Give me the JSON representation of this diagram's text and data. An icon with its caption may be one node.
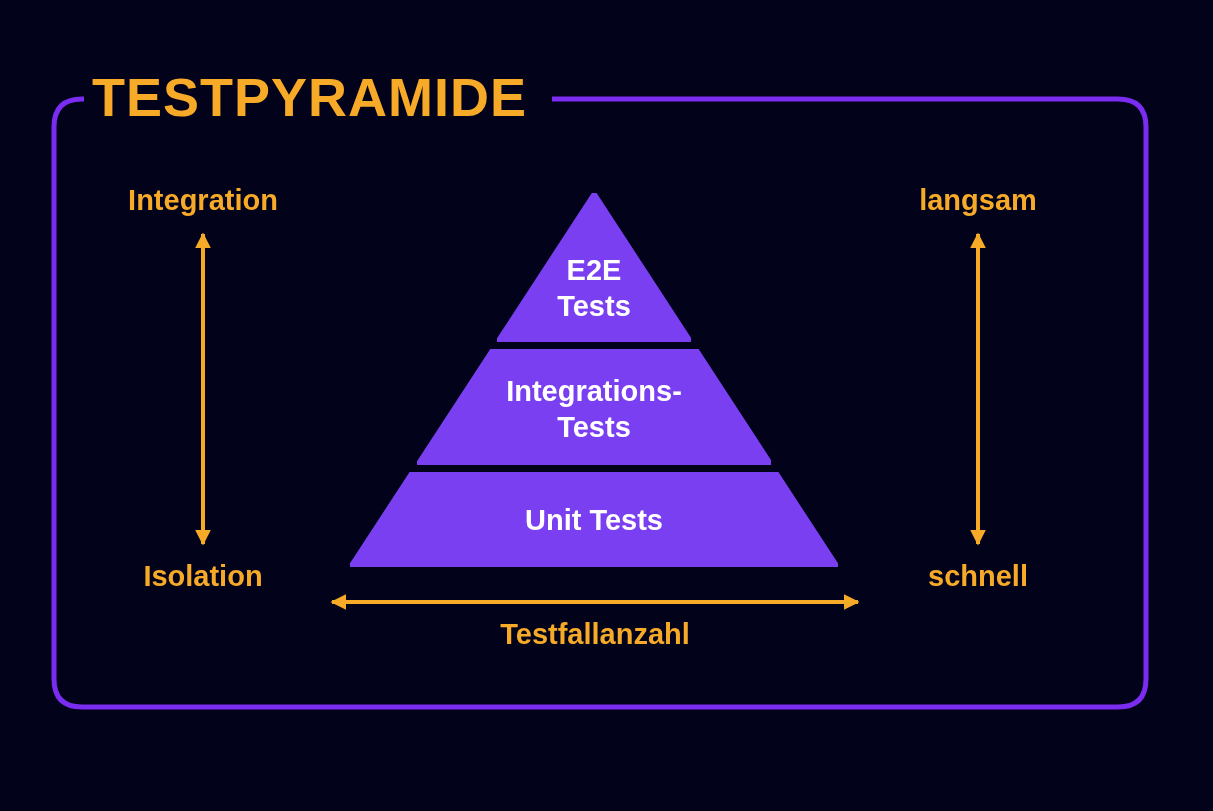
{
  "diagram": {
    "title": "TESTPYRAMIDE",
    "nodes": [
      {
        "text": [
          "Integration"
        ]
      },
      {
        "text": [
          "langsam"
        ]
      },
      {
        "text": [
          "E2E Tests"
        ]
      },
      {
        "text": [
          "Integrations- Tests"
        ]
      },
      {
        "text": [
          "Unit Tests"
        ]
      },
      {
        "text": [
          "Isolation"
        ]
      },
      {
        "text": [
          "schnell"
        ]
      }
    ],
    "edges": [
      {
        "from": 0,
        "to": 5,
        "arrow": "both"
      },
      {
        "from": 1,
        "to": 6,
        "arrow": "both"
      }
    ],
    "labels": [
      "Testfallanzahl"
    ]
  }
}
